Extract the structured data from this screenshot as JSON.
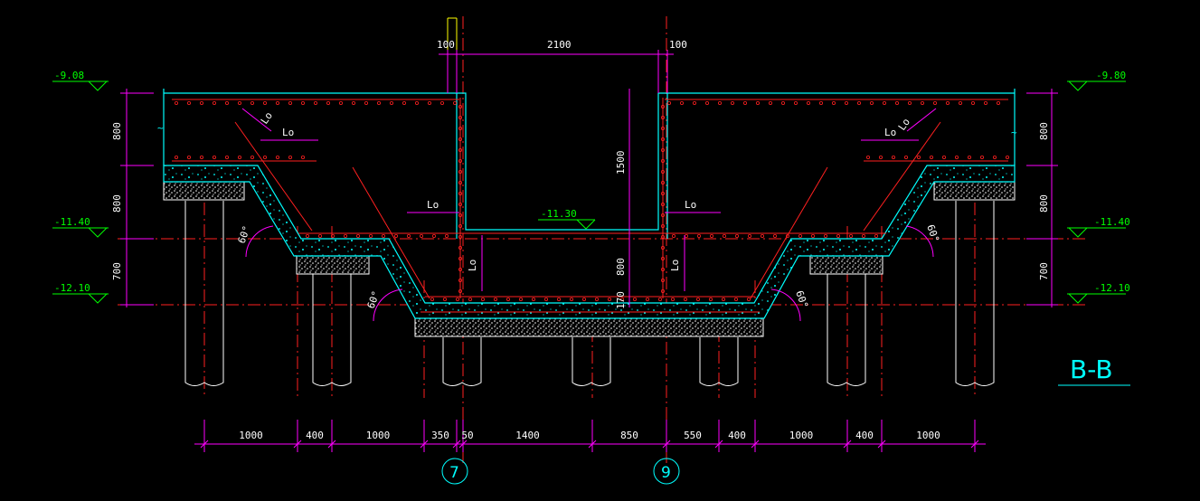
{
  "title": "B-B",
  "colors": {
    "background": "#000000",
    "concrete": "#00ffff",
    "rebar": "#ff2020",
    "dimension": "#ff00ff",
    "text": "#ffffff",
    "elevation": "#00ff00",
    "centerline": "#ff2020",
    "steel_top": "#ffff00"
  },
  "top_dims": {
    "left": "100",
    "middle": "2100",
    "right": "100"
  },
  "elevations": {
    "top_left": "-9.08",
    "top_right": "-9.80",
    "mid_left": "-11.40",
    "mid_right": "-11.40",
    "bot_left": "-12.10",
    "bot_right": "-12.10",
    "pit_bottom": "-11.30"
  },
  "side_dims": {
    "left": [
      "800",
      "800",
      "700"
    ],
    "right": [
      "800",
      "800",
      "700"
    ]
  },
  "inner_dims": {
    "pit_depth": "1500",
    "lower_depth": "800",
    "slab": "170"
  },
  "anchor_labels": [
    "Lo",
    "Lo",
    "Lo",
    "Lo",
    "Lo",
    "Lo",
    "Lo",
    "Lo"
  ],
  "angle_labels": [
    "60°",
    "60°",
    "60°",
    "60°"
  ],
  "bottom_dims": [
    "1000",
    "400",
    "1000",
    "350",
    "50",
    "1400",
    "850",
    "550",
    "400",
    "1000",
    "400",
    "1000"
  ],
  "axis_labels": [
    "7",
    "9"
  ],
  "break_symbol": "~"
}
